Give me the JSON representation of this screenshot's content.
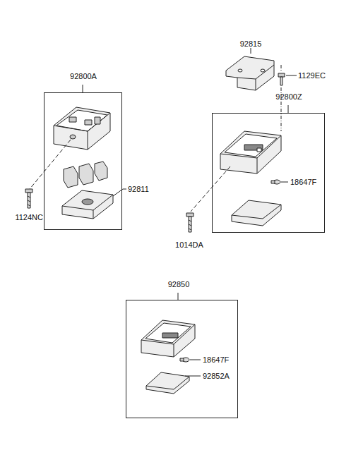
{
  "diagram": {
    "nodes": [
      {
        "text": [
          "92800A"
        ]
      },
      {
        "text": [
          "92800Z"
        ]
      },
      {
        "text": [
          "92850"
        ]
      }
    ],
    "labels": [
      "92815",
      "1129EC",
      "92811",
      "1124NC",
      "18647F",
      "1014DA",
      "18647F",
      "92852A"
    ]
  }
}
